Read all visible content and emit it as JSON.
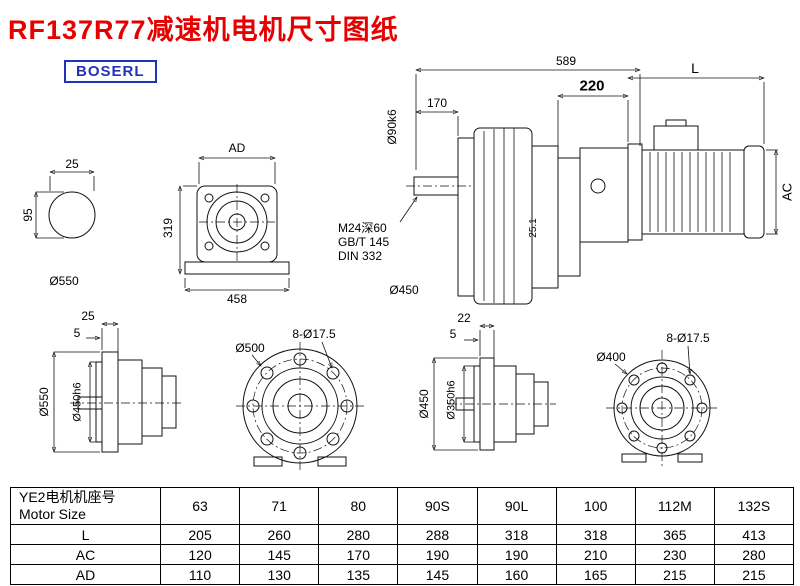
{
  "title": "RF137R77减速机电机尺寸图纸",
  "logo": "BOSERL",
  "dims": {
    "shaft_width": "25",
    "shaft_height": "95",
    "shaft_dia": "Ø550",
    "ad": "AD",
    "front_height": "319",
    "front_width": "458",
    "total_length": "589",
    "shaft_length": "170",
    "shaft_d90": "Ø90k6",
    "thread": "M24深60",
    "std_gbt": "GB/T 145",
    "std_din": "DIN 332",
    "key_width": "25.1",
    "housing_dia": "Ø450",
    "motor_offset": "220",
    "motor_length": "L",
    "motor_ac": "AC",
    "e_flange_th": "25",
    "e_spigot": "5",
    "e_outer_dia": "Ø550",
    "e_spigot_dia": "Ø450h6",
    "f_holes": "8-Ø17.5",
    "f_outer_dia": "Ø500",
    "g_flange_th": "22",
    "g_spigot": "5",
    "g_outer_dia": "Ø450",
    "g_spigot_dia": "Ø350h6",
    "h_holes": "8-Ø17.5",
    "h_outer_dia": "Ø400"
  },
  "table": {
    "header_cn": "YE2电机机座号",
    "header_en": "Motor Size",
    "sizes": [
      "63",
      "71",
      "80",
      "90S",
      "90L",
      "100",
      "112M",
      "132S"
    ],
    "rows": [
      {
        "label": "L",
        "values": [
          "205",
          "260",
          "280",
          "288",
          "318",
          "318",
          "365",
          "413"
        ]
      },
      {
        "label": "AC",
        "values": [
          "120",
          "145",
          "170",
          "190",
          "190",
          "210",
          "230",
          "280"
        ]
      },
      {
        "label": "AD",
        "values": [
          "110",
          "130",
          "135",
          "145",
          "160",
          "165",
          "215",
          "215"
        ]
      }
    ]
  }
}
